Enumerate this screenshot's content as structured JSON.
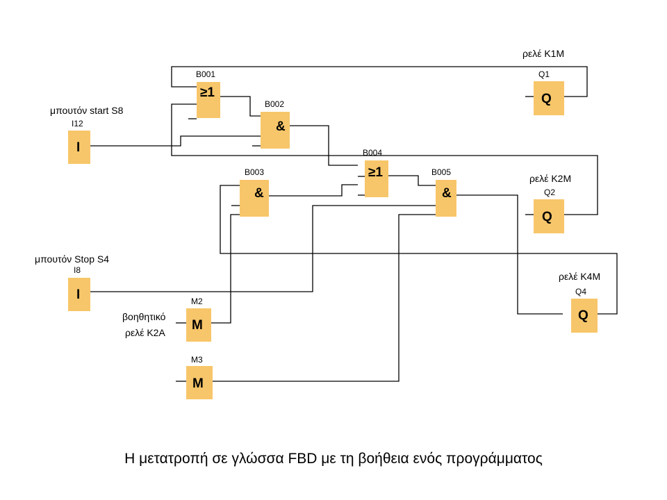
{
  "colors": {
    "block_fill": "#f7c66a",
    "wire": "#000000",
    "background": "#ffffff"
  },
  "blocks": {
    "b001": {
      "id": "B001",
      "symbol": "≥1"
    },
    "b002": {
      "id": "B002",
      "symbol": "&"
    },
    "b003": {
      "id": "B003",
      "symbol": "&"
    },
    "b004": {
      "id": "B004",
      "symbol": "≥1"
    },
    "b005": {
      "id": "B005",
      "symbol": "&"
    },
    "i12": {
      "id": "I12",
      "symbol": "I"
    },
    "i8": {
      "id": "I8",
      "symbol": "I"
    },
    "q1": {
      "id": "Q1",
      "symbol": "Q"
    },
    "q2": {
      "id": "Q2",
      "symbol": "Q"
    },
    "q4": {
      "id": "Q4",
      "symbol": "Q"
    },
    "m2": {
      "id": "M2",
      "symbol": "M"
    },
    "m3": {
      "id": "M3",
      "symbol": "M"
    }
  },
  "descriptions": {
    "start_button": "μπουτόν start S8",
    "stop_button": "μπουτόν Stop S4",
    "relay_k1m": "ρελέ K1M",
    "relay_k2m": "ρελέ K2M",
    "relay_k4m": "ρελέ K4M",
    "aux_relay_line1": "βοηθητικό",
    "aux_relay_line2": "ρελέ K2A"
  },
  "caption": "Η μετατροπή σε γλώσσα FBD με τη βοήθεια ενός προγράμματος"
}
